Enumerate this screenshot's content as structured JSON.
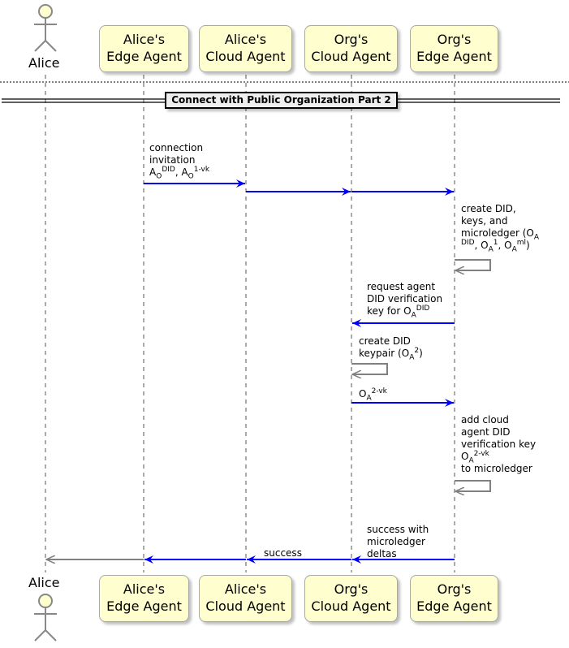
{
  "participants": [
    {
      "id": "alice",
      "name": "Alice",
      "type": "actor"
    },
    {
      "id": "edge",
      "line1": "Alice's",
      "line2": "Edge Agent"
    },
    {
      "id": "cloud",
      "line1": "Alice's",
      "line2": "Cloud Agent"
    },
    {
      "id": "orgcloud",
      "line1": "Org's",
      "line2": "Cloud Agent"
    },
    {
      "id": "orgedge",
      "line1": "Org's",
      "line2": "Edge Agent"
    }
  ],
  "group_title": "Connect with Public Organization Part 2",
  "colors": {
    "message": "#0000ff",
    "return": "#808080",
    "box_fill": "#fefece"
  },
  "messages": [
    {
      "lines": [
        [
          {
            "t": "connection"
          }
        ],
        [
          {
            "t": "invitation"
          }
        ],
        [
          {
            "t": "A"
          },
          {
            "sub": "O"
          },
          {
            "sup": "DID"
          },
          {
            "t": ", A"
          },
          {
            "sub": "O"
          },
          {
            "sup": "1-vk"
          }
        ]
      ]
    },
    {
      "lines": [
        [
          {
            "t": "create DID,"
          }
        ],
        [
          {
            "t": "keys, and"
          }
        ],
        [
          {
            "t": "microledger (O"
          },
          {
            "sub": "A"
          }
        ],
        [
          {
            "sup": "DID"
          },
          {
            "t": ", O"
          },
          {
            "sub": "A"
          },
          {
            "sup": "1"
          },
          {
            "t": ", O"
          },
          {
            "sub": "A"
          },
          {
            "sup": "ml"
          },
          {
            "t": ")"
          }
        ]
      ]
    },
    {
      "lines": [
        [
          {
            "t": "request agent"
          }
        ],
        [
          {
            "t": "DID verification"
          }
        ],
        [
          {
            "t": "key for O"
          },
          {
            "sub": "A"
          },
          {
            "sup": "DID"
          }
        ]
      ]
    },
    {
      "lines": [
        [
          {
            "t": "create DID"
          }
        ],
        [
          {
            "t": "keypair (O"
          },
          {
            "sub": "A"
          },
          {
            "sup": "2"
          },
          {
            "t": ")"
          }
        ]
      ]
    },
    {
      "lines": [
        [
          {
            "t": "O"
          },
          {
            "sub": "A"
          },
          {
            "sup": "2-vk"
          }
        ]
      ]
    },
    {
      "lines": [
        [
          {
            "t": "add cloud"
          }
        ],
        [
          {
            "t": "agent DID"
          }
        ],
        [
          {
            "t": "verification key"
          }
        ],
        [
          {
            "t": "O"
          },
          {
            "sub": "A"
          },
          {
            "sup": "2-vk"
          }
        ],
        [
          {
            "t": " to microledger"
          }
        ]
      ]
    },
    {
      "lines": [
        [
          {
            "t": "success with"
          }
        ],
        [
          {
            "t": "microledger"
          }
        ],
        [
          {
            "t": "deltas"
          }
        ]
      ]
    },
    {
      "lines": [
        [
          {
            "t": "success"
          }
        ]
      ]
    }
  ]
}
